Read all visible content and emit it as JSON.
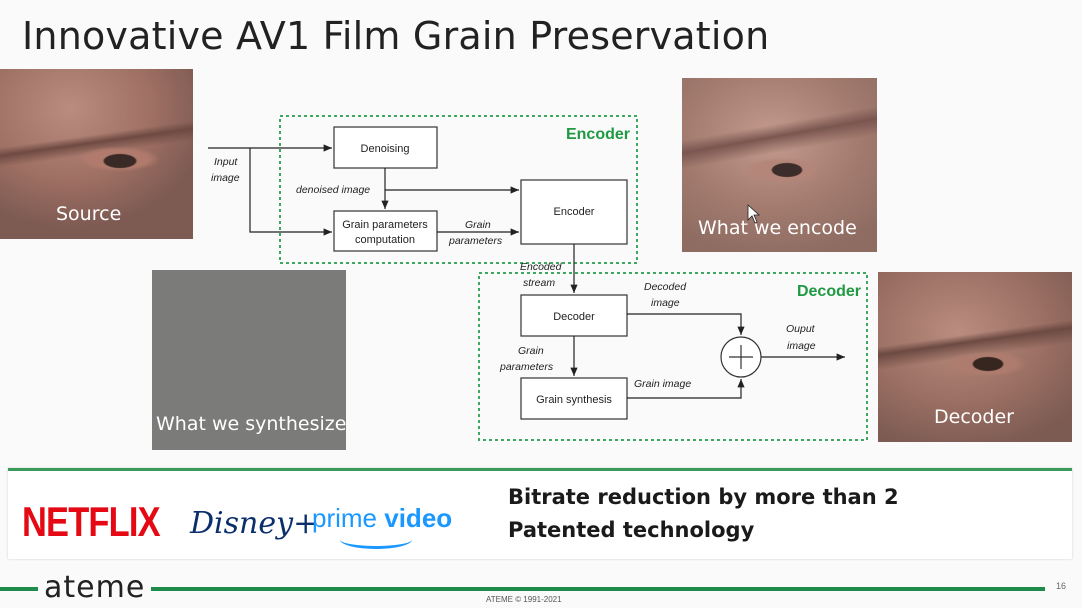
{
  "slide": {
    "title": "Innovative AV1 Film Grain Preservation",
    "page_number": "16",
    "copyright": "ATEME © 1991-2021",
    "brand": "ateme"
  },
  "photos": {
    "source": "Source",
    "encoded": "What we encode",
    "synthesized": "What we synthesize",
    "decoded": "Decoder"
  },
  "diagram": {
    "encoder_group": "Encoder",
    "decoder_group": "Decoder",
    "boxes": {
      "denoising": "Denoising",
      "grain_params_1": "Grain parameters",
      "grain_params_2": "computation",
      "encoder": "Encoder",
      "decoder": "Decoder",
      "grain_synthesis": "Grain synthesis"
    },
    "labels": {
      "input_1": "Input",
      "input_2": "image",
      "denoised": "denoised image",
      "grain_1": "Grain",
      "grain_2": "parameters",
      "encoded_1": "Encoded",
      "encoded_2": "stream",
      "decoded_1": "Decoded",
      "decoded_2": "image",
      "grain_params_dec_1": "Grain",
      "grain_params_dec_2": "parameters",
      "grain_image": "Grain image",
      "output_1": "Ouput",
      "output_2": "image"
    },
    "colors": {
      "group_border": "#3fa860",
      "group_title": "#1f9a43"
    }
  },
  "banner": {
    "logos": {
      "netflix": "NETFLIX",
      "disney": "Disney+",
      "prime_a": "prime",
      "prime_b": "video"
    },
    "bullets": [
      "Bitrate reduction by more than 2",
      "Patented technology"
    ]
  }
}
